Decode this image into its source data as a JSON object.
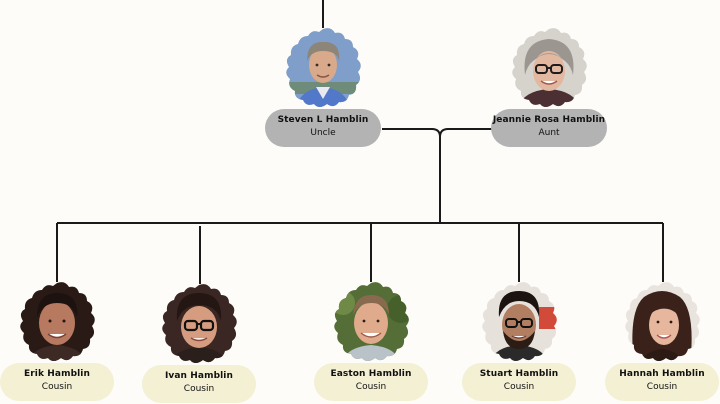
{
  "parents": [
    {
      "name": "Steven L Hamblin",
      "relation": "Uncle"
    },
    {
      "name": "Jeannie Rosa Hamblin",
      "relation": "Aunt"
    }
  ],
  "children": [
    {
      "name": "Erik Hamblin",
      "relation": "Cousin"
    },
    {
      "name": "Ivan Hamblin",
      "relation": "Cousin"
    },
    {
      "name": "Easton Hamblin",
      "relation": "Cousin"
    },
    {
      "name": "Stuart Hamblin",
      "relation": "Cousin"
    },
    {
      "name": "Hannah Hamblin",
      "relation": "Cousin"
    }
  ],
  "colors": {
    "background": "#fdfcf8",
    "line": "#1a1a1a",
    "parent_label": "#b3b3b3",
    "child_label": "#f4f0d4"
  }
}
